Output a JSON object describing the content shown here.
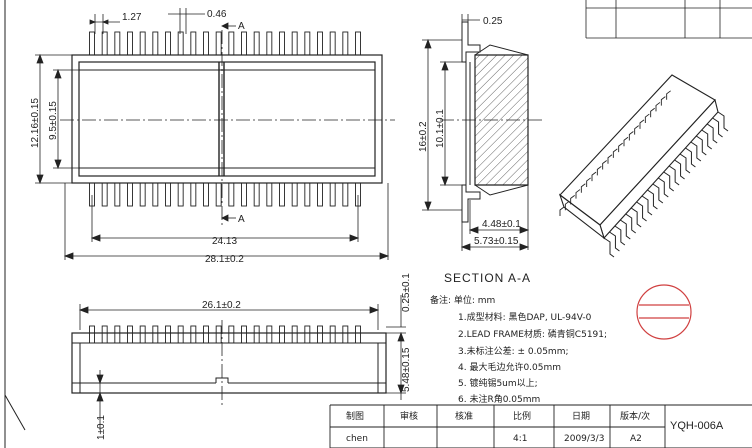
{
  "dimensions": {
    "pitch": "1.27",
    "lead_width": "0.46",
    "section_mark": "A",
    "width_inner": "24.13",
    "width_outer": "28.1±0.2",
    "height_outer": "12.16±0.15",
    "height_inner": "9.5±0.15",
    "section_height": "16±0.2",
    "section_inner": "10.1±0.1",
    "lead_thickness": "0.25",
    "section_w1": "4.48±0.1",
    "section_w2": "5.73±0.15",
    "side_length": "26.1±0.2",
    "side_top": "0.25±0.1",
    "side_height": "5.48±0.15",
    "side_standoff": "1±0.1"
  },
  "section_title": "SECTION   A-A",
  "notes": {
    "header": "备注:   单位: mm",
    "items": [
      "1.成型材料:   黑色DAP, UL-94V-0",
      "2.LEAD  FRAME材质: 磷青铜C5191;",
      "3.未标注公差:   ± 0.05mm;",
      "4.  最大毛边允许0.05mm",
      "5.  镀纯锡5um以上;",
      "6.  未注R角0.05mm"
    ]
  },
  "title_block": {
    "headers": [
      "制图",
      "审核",
      "核准",
      "比例",
      "日期",
      "版本/次"
    ],
    "values": [
      "chen",
      "",
      "",
      "4:1",
      "2009/3/3",
      "A2"
    ],
    "code": "YQH-006A"
  },
  "colors": {
    "line": "#222222",
    "stamp": "#d04040"
  }
}
